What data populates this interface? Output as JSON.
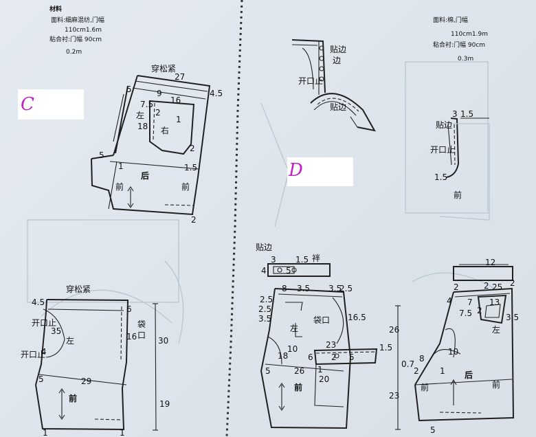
{
  "materials_left": {
    "title": "材料",
    "fabric": "面料:细麻混纺,门幅",
    "fabric_size": "110cm1.6m",
    "interlining": "粘合衬:门幅 90cm",
    "interlining_size": "0.2m"
  },
  "materials_right": {
    "fabric": "面料:棉,门幅",
    "fabric_size": "110cm1.9m",
    "interlining": "粘合衬:门幅 90cm",
    "interlining_size": "0.3m"
  },
  "badges": {
    "c": "C",
    "d": "D"
  },
  "panel_c_top": {
    "ease": "穿松紧",
    "w27": "27",
    "n5a": "5",
    "n45": "4.5",
    "n9": "9",
    "n75": "7.5",
    "left": "左",
    "n16": "16",
    "n2a": "2",
    "n1a": "1",
    "n18": "18",
    "right": "右",
    "n2b": "2",
    "n5b": "5",
    "n1b": "1",
    "back": "后",
    "front1": "前",
    "front2": "前",
    "n15": "1.5",
    "n2c": "2"
  },
  "panel_c_bottom": {
    "ease": "穿松紧",
    "n45": "4.5",
    "n6": "6",
    "n16": "16",
    "pocket1": "袋",
    "pocket2": "口",
    "n30": "30",
    "n19": "19",
    "opening1": "开口止",
    "n35": "35",
    "left": "左",
    "opening2": "开口止",
    "n4": "4",
    "n5": "5",
    "n29": "29",
    "front": "前",
    "n1a": "1",
    "n1b": "1"
  },
  "panel_d_top": {
    "facing1": "贴边",
    "opening": "开口止",
    "facing2": "贴边",
    "facing3": "贴边",
    "n3": "3",
    "n15a": "1.5",
    "opening2": "开口止",
    "n15b": "1.5",
    "front": "前"
  },
  "panel_d_bottom": {
    "facing": "贴边",
    "loop": "袢",
    "n3": "3",
    "n15": "1.5",
    "n4": "4",
    "n5": "5",
    "n25a": "2.5",
    "n8": "8",
    "n35a": "3.5",
    "n35b": "3.5",
    "n25b": "2.5",
    "n25c": "2.5",
    "n35c": "3.5",
    "n165": "16.5",
    "pocket": "袋口",
    "left": "左",
    "n23": "23",
    "n6": "6",
    "n2": "2",
    "n5b": "5",
    "n15c": "1.5",
    "n10": "10",
    "n18": "18",
    "n26": "26",
    "n20": "20",
    "n1": "1",
    "n5c": "5",
    "front": "前",
    "n26r": "26",
    "n23r": "23"
  },
  "panel_e": {
    "n12": "12",
    "n2a": "2",
    "n25": "25",
    "n2b": "2",
    "n2c": "2",
    "n4": "4",
    "n7": "7",
    "n13": "13",
    "n2d": "2",
    "n75": "7.5",
    "n35": "3.5",
    "left": "左",
    "n10": "10",
    "n8": "8",
    "n07": "0.7",
    "n2e": "2",
    "n1": "1",
    "back": "后",
    "front1": "前",
    "front2": "前",
    "n5": "5"
  }
}
